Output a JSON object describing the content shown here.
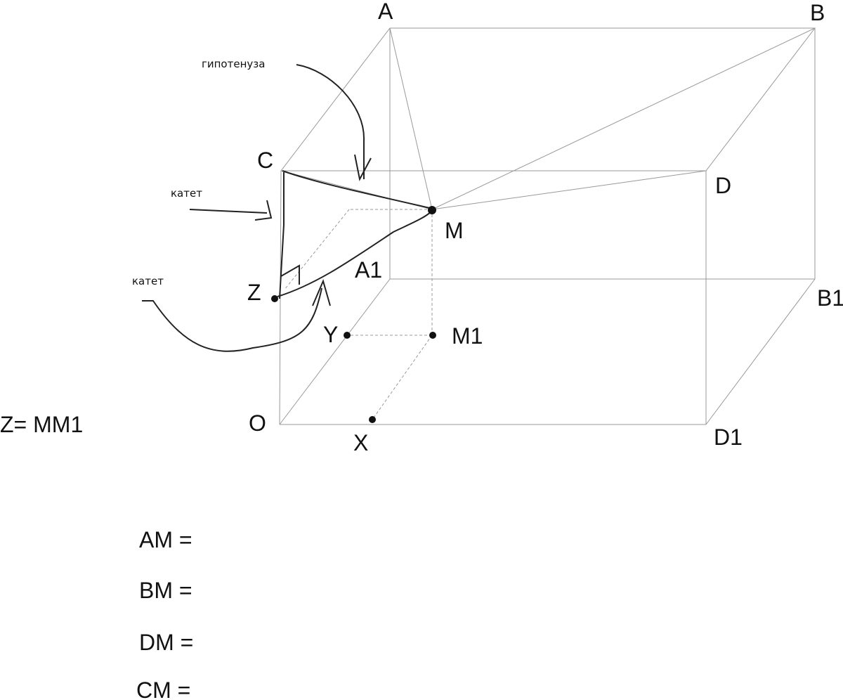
{
  "vertices": {
    "A": "A",
    "B": "B",
    "C": "C",
    "D": "D",
    "A1": "A1",
    "B1": "B1",
    "O": "O",
    "D1": "D1",
    "M": "M",
    "M1": "M1",
    "X": "X",
    "Y": "Y",
    "Z": "Z"
  },
  "annotations": {
    "hypotenuse": "гипотенуза",
    "leg1": "катет",
    "leg2": "катет"
  },
  "formula": "Z= MM1",
  "equations": [
    "AM =",
    "BM =",
    "DM =",
    "CM ="
  ]
}
